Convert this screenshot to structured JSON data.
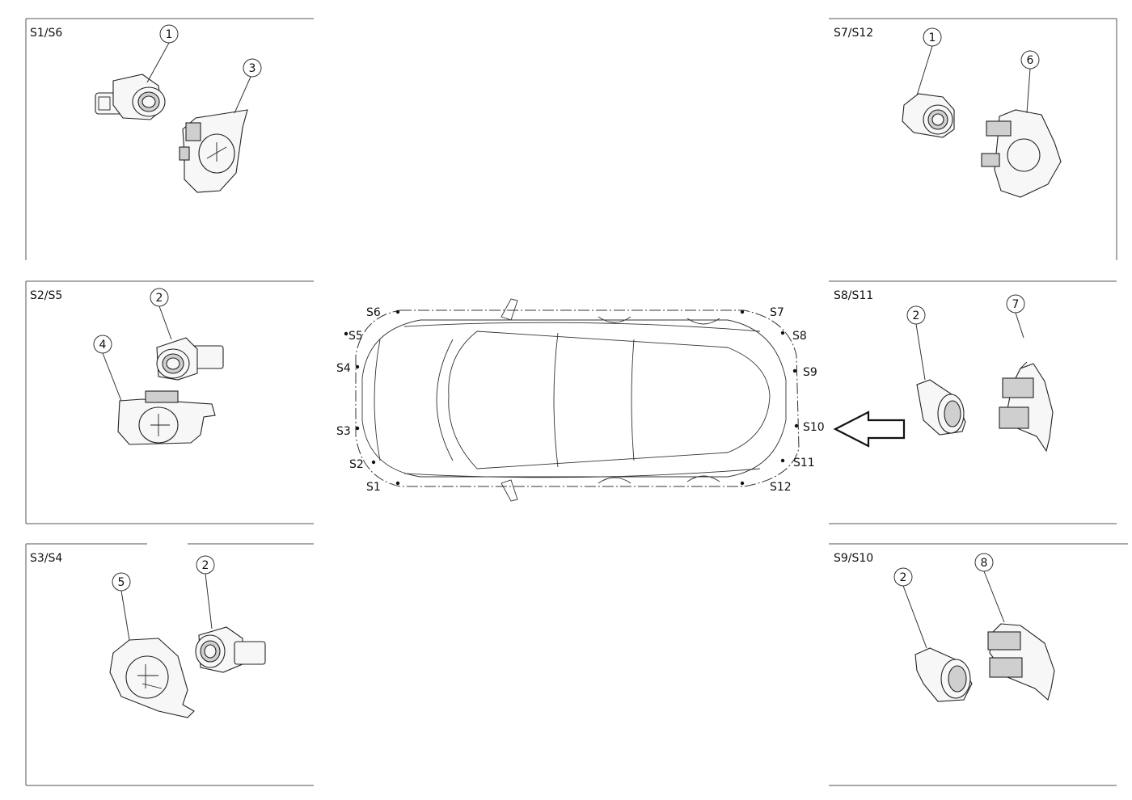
{
  "panels": [
    {
      "id": "s1s6",
      "label": "S1/S6",
      "callouts": [
        "1",
        "3"
      ]
    },
    {
      "id": "s2s5",
      "label": "S2/S5",
      "callouts": [
        "2",
        "4"
      ]
    },
    {
      "id": "s3s4",
      "label": "S3/S4",
      "callouts": [
        "5",
        "2"
      ]
    },
    {
      "id": "s7s12",
      "label": "S7/S12",
      "callouts": [
        "1",
        "6"
      ]
    },
    {
      "id": "s8s11",
      "label": "S8/S11",
      "callouts": [
        "2",
        "7"
      ]
    },
    {
      "id": "s9s10",
      "label": "S9/S10",
      "callouts": [
        "2",
        "8"
      ]
    }
  ],
  "car": {
    "sensor_labels": [
      "S1",
      "S2",
      "S3",
      "S4",
      "S5",
      "S6",
      "S7",
      "S8",
      "S9",
      "S10",
      "S11",
      "S12"
    ]
  },
  "arrow": {
    "direction": "left",
    "icon": "arrow-left-icon"
  }
}
